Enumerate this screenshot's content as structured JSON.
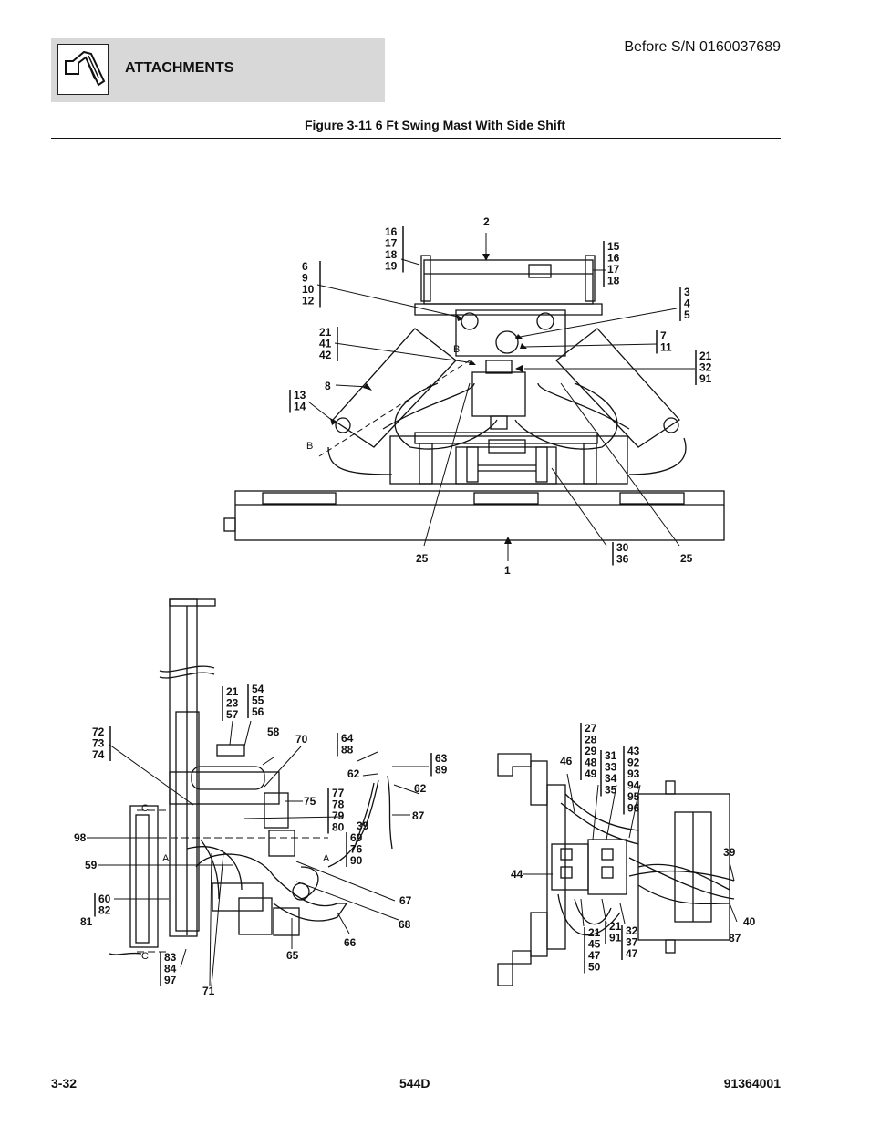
{
  "header": {
    "section_title": "ATTACHMENTS",
    "serial_note": "Before S/N 0160037689",
    "section_icon": "attachment-hook-icon"
  },
  "figure": {
    "title": "Figure 3-11 6 Ft Swing Mast With Side Shift"
  },
  "footer": {
    "page_number": "3-32",
    "model": "544D",
    "manual_number": "91364001"
  },
  "callouts_top": [
    {
      "id": "c2",
      "lines": [
        "2"
      ]
    },
    {
      "id": "c16a",
      "lines": [
        "16",
        "17",
        "18",
        "19"
      ]
    },
    {
      "id": "c15",
      "lines": [
        "15",
        "16",
        "17",
        "18"
      ]
    },
    {
      "id": "c6",
      "lines": [
        "6",
        "9",
        "10",
        "12"
      ]
    },
    {
      "id": "c3",
      "lines": [
        "3",
        "4",
        "5"
      ]
    },
    {
      "id": "c21a",
      "lines": [
        "21",
        "41",
        "42"
      ]
    },
    {
      "id": "c7",
      "lines": [
        "7",
        "11"
      ]
    },
    {
      "id": "c21b",
      "lines": [
        "21",
        "32",
        "91"
      ]
    },
    {
      "id": "c8",
      "lines": [
        "8"
      ]
    },
    {
      "id": "c13",
      "lines": [
        "13",
        "14"
      ]
    },
    {
      "id": "c25a",
      "lines": [
        "25"
      ]
    },
    {
      "id": "c1",
      "lines": [
        "1"
      ]
    },
    {
      "id": "c30",
      "lines": [
        "30",
        "36"
      ]
    },
    {
      "id": "c25b",
      "lines": [
        "25"
      ]
    }
  ],
  "callouts_left": [
    {
      "id": "c21c",
      "lines": [
        "21",
        "23",
        "57"
      ]
    },
    {
      "id": "c54",
      "lines": [
        "54",
        "55",
        "56"
      ]
    },
    {
      "id": "c72",
      "lines": [
        "72",
        "73",
        "74"
      ]
    },
    {
      "id": "c58",
      "lines": [
        "58"
      ]
    },
    {
      "id": "c70",
      "lines": [
        "70"
      ]
    },
    {
      "id": "c64",
      "lines": [
        "64",
        "88"
      ]
    },
    {
      "id": "c63",
      "lines": [
        "63",
        "89"
      ]
    },
    {
      "id": "c62a",
      "lines": [
        "62"
      ]
    },
    {
      "id": "c62b",
      "lines": [
        "62"
      ]
    },
    {
      "id": "c75",
      "lines": [
        "75"
      ]
    },
    {
      "id": "c77",
      "lines": [
        "77",
        "78",
        "79",
        "80"
      ]
    },
    {
      "id": "c39a",
      "lines": [
        "39"
      ]
    },
    {
      "id": "c87a",
      "lines": [
        "87"
      ]
    },
    {
      "id": "c69",
      "lines": [
        "69",
        "76",
        "90"
      ]
    },
    {
      "id": "c98",
      "lines": [
        "98"
      ]
    },
    {
      "id": "c59",
      "lines": [
        "59"
      ]
    },
    {
      "id": "c67",
      "lines": [
        "67"
      ]
    },
    {
      "id": "c60",
      "lines": [
        "60",
        "82"
      ]
    },
    {
      "id": "c68",
      "lines": [
        "68"
      ]
    },
    {
      "id": "c81",
      "lines": [
        "81"
      ]
    },
    {
      "id": "c66",
      "lines": [
        "66"
      ]
    },
    {
      "id": "c65",
      "lines": [
        "65"
      ]
    },
    {
      "id": "c83",
      "lines": [
        "83",
        "84",
        "97"
      ]
    },
    {
      "id": "c71",
      "lines": [
        "71"
      ]
    }
  ],
  "callouts_right": [
    {
      "id": "c27",
      "lines": [
        "27",
        "28",
        "29",
        "48",
        "49"
      ]
    },
    {
      "id": "c46",
      "lines": [
        "46"
      ]
    },
    {
      "id": "c31",
      "lines": [
        "31",
        "33",
        "34",
        "35"
      ]
    },
    {
      "id": "c43",
      "lines": [
        "43",
        "92",
        "93",
        "94",
        "95",
        "96"
      ]
    },
    {
      "id": "c44",
      "lines": [
        "44"
      ]
    },
    {
      "id": "c39b",
      "lines": [
        "39"
      ]
    },
    {
      "id": "c40",
      "lines": [
        "40"
      ]
    },
    {
      "id": "c87b",
      "lines": [
        "87"
      ]
    },
    {
      "id": "c21d",
      "lines": [
        "21",
        "45",
        "47",
        "50"
      ]
    },
    {
      "id": "c21e",
      "lines": [
        "21",
        "91"
      ]
    },
    {
      "id": "c32",
      "lines": [
        "32",
        "37",
        "47"
      ]
    }
  ],
  "section_markers": {
    "a": "A",
    "b": "B",
    "c": "C"
  }
}
